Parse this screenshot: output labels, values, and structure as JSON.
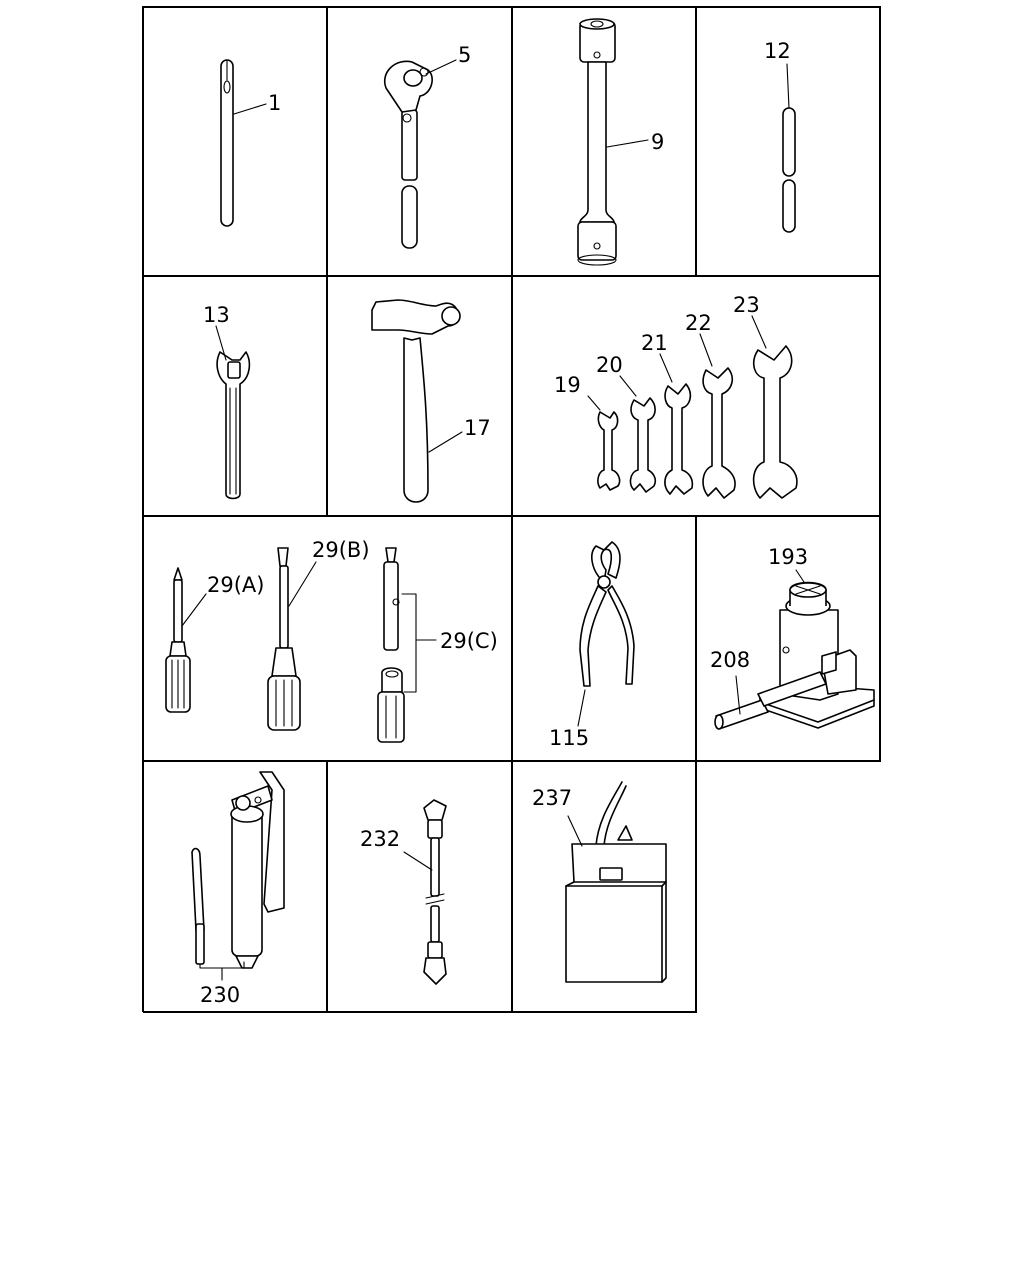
{
  "callouts": {
    "c1": "1",
    "c5": "5",
    "c9": "9",
    "c12": "12",
    "c13": "13",
    "c17": "17",
    "c19": "19",
    "c20": "20",
    "c21": "21",
    "c22": "22",
    "c23": "23",
    "c29a": "29(A)",
    "c29b": "29(B)",
    "c29c": "29(C)",
    "c115": "115",
    "c193": "193",
    "c208": "208",
    "c230": "230",
    "c232": "232",
    "c237": "237"
  }
}
